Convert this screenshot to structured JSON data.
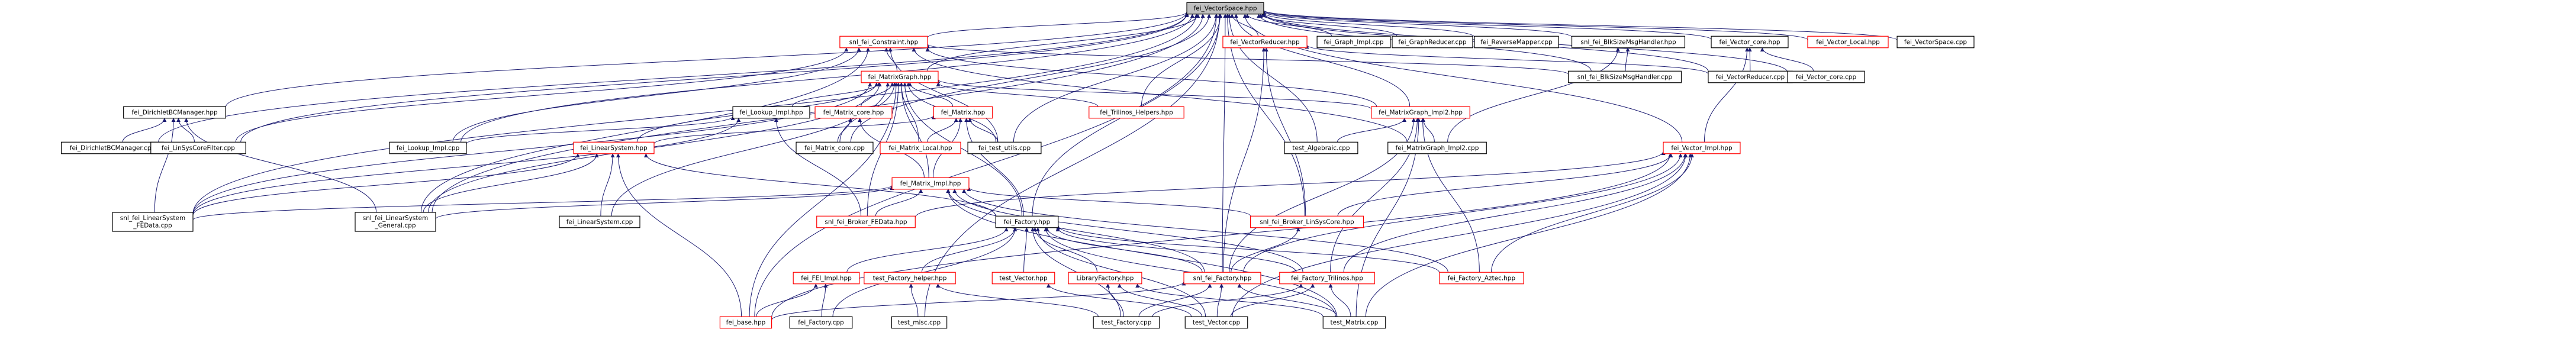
{
  "colors": {
    "root_fill": "#bfbfbf",
    "node_fill": "#ffffff",
    "border_default": "#000000",
    "border_highlight": "#ff0000",
    "edge": "#191970"
  },
  "nodes": [
    {
      "id": "vectorspace",
      "lines": [
        "fei_VectorSpace.hpp"
      ],
      "root": true
    },
    {
      "id": "constraint",
      "lines": [
        "snl_fei_Constraint.hpp"
      ],
      "highlight": true
    },
    {
      "id": "vectorreducer",
      "lines": [
        "fei_VectorReducer.hpp"
      ],
      "highlight": true
    },
    {
      "id": "graph_impl",
      "lines": [
        "fei_Graph_Impl.cpp"
      ]
    },
    {
      "id": "graphreducer",
      "lines": [
        "fei_GraphReducer.cpp"
      ]
    },
    {
      "id": "reversemapper",
      "lines": [
        "fei_ReverseMapper.cpp"
      ]
    },
    {
      "id": "blksizemsghandler_hpp",
      "lines": [
        "snl_fei_BlkSizeMsgHandler.hpp"
      ]
    },
    {
      "id": "vector_core_hpp",
      "lines": [
        "fei_Vector_core.hpp"
      ]
    },
    {
      "id": "vector_local_hpp",
      "lines": [
        "fei_Vector_Local.hpp"
      ],
      "highlight": true
    },
    {
      "id": "vectorspace_cpp",
      "lines": [
        "fei_VectorSpace.cpp"
      ]
    },
    {
      "id": "matrixgraph_hpp",
      "lines": [
        "fei_MatrixGraph.hpp"
      ],
      "highlight": true
    },
    {
      "id": "blksizemsghandler_cpp",
      "lines": [
        "snl_fei_BlkSizeMsgHandler.cpp"
      ]
    },
    {
      "id": "vectorreducer_cpp",
      "lines": [
        "fei_VectorReducer.cpp"
      ]
    },
    {
      "id": "vector_core_cpp",
      "lines": [
        "fei_Vector_core.cpp"
      ]
    },
    {
      "id": "dirichletbc_hpp",
      "lines": [
        "fei_DirichletBCManager.hpp"
      ]
    },
    {
      "id": "lookup_impl_hpp",
      "lines": [
        "fei_Lookup_Impl.hpp"
      ]
    },
    {
      "id": "matrix_core_hpp",
      "lines": [
        "fei_Matrix_core.hpp"
      ],
      "highlight": true
    },
    {
      "id": "matrix_hpp",
      "lines": [
        "fei_Matrix.hpp"
      ],
      "highlight": true
    },
    {
      "id": "trilinos_helpers",
      "lines": [
        "fei_Trilinos_Helpers.hpp"
      ],
      "highlight": true
    },
    {
      "id": "matrixgraph_impl2_hpp",
      "lines": [
        "fei_MatrixGraph_Impl2.hpp"
      ],
      "highlight": true
    },
    {
      "id": "dirichletbc_cpp",
      "lines": [
        "fei_DirichletBCManager.cpp"
      ]
    },
    {
      "id": "linsyscorefilter",
      "lines": [
        "fei_LinSysCoreFilter.cpp"
      ]
    },
    {
      "id": "lookup_impl_cpp",
      "lines": [
        "fei_Lookup_Impl.cpp"
      ]
    },
    {
      "id": "linearsystem_hpp",
      "lines": [
        "fei_LinearSystem.hpp"
      ],
      "highlight": true
    },
    {
      "id": "matrix_core_cpp",
      "lines": [
        "fei_Matrix_core.cpp"
      ]
    },
    {
      "id": "matrix_local_hpp",
      "lines": [
        "fei_Matrix_Local.hpp"
      ],
      "highlight": true
    },
    {
      "id": "test_utils",
      "lines": [
        "fei_test_utils.cpp"
      ]
    },
    {
      "id": "test_algebraic",
      "lines": [
        "test_Algebraic.cpp"
      ]
    },
    {
      "id": "matrixgraph_impl2_cpp",
      "lines": [
        "fei_MatrixGraph_Impl2.cpp"
      ]
    },
    {
      "id": "vector_impl_hpp",
      "lines": [
        "fei_Vector_Impl.hpp"
      ],
      "highlight": true
    },
    {
      "id": "matrix_impl_hpp",
      "lines": [
        "fei_Matrix_Impl.hpp"
      ],
      "highlight": true
    },
    {
      "id": "linearsystem_fedata",
      "lines": [
        "snl_fei_LinearSystem",
        "_FEData.cpp"
      ]
    },
    {
      "id": "linearsystem_general",
      "lines": [
        "snl_fei_LinearSystem",
        "_General.cpp"
      ]
    },
    {
      "id": "linearsystem_cpp",
      "lines": [
        "fei_LinearSystem.cpp"
      ]
    },
    {
      "id": "broker_fedata",
      "lines": [
        "snl_fei_Broker_FEData.hpp"
      ],
      "highlight": true
    },
    {
      "id": "factory_hpp",
      "lines": [
        "fei_Factory.hpp"
      ]
    },
    {
      "id": "broker_linsyscore",
      "lines": [
        "snl_fei_Broker_LinSysCore.hpp"
      ],
      "highlight": true
    },
    {
      "id": "fei_impl_hpp",
      "lines": [
        "fei_FEI_Impl.hpp"
      ],
      "highlight": true
    },
    {
      "id": "test_factory_helper",
      "lines": [
        "test_Factory_helper.hpp"
      ],
      "highlight": true
    },
    {
      "id": "test_vector_hpp",
      "lines": [
        "test_Vector.hpp"
      ],
      "highlight": true
    },
    {
      "id": "libraryfactory_hpp",
      "lines": [
        "LibraryFactory.hpp"
      ],
      "highlight": true
    },
    {
      "id": "snl_factory_hpp",
      "lines": [
        "snl_fei_Factory.hpp"
      ],
      "highlight": true
    },
    {
      "id": "factory_trilinos",
      "lines": [
        "fei_Factory_Trilinos.hpp"
      ],
      "highlight": true
    },
    {
      "id": "factory_aztec",
      "lines": [
        "fei_Factory_Aztec.hpp"
      ],
      "highlight": true
    },
    {
      "id": "fei_base",
      "lines": [
        "fei_base.hpp"
      ],
      "highlight": true
    },
    {
      "id": "fei_factory_cpp",
      "lines": [
        "fei_Factory.cpp"
      ]
    },
    {
      "id": "test_misc",
      "lines": [
        "test_misc.cpp"
      ]
    },
    {
      "id": "test_factory_cpp",
      "lines": [
        "test_Factory.cpp"
      ]
    },
    {
      "id": "test_vector_cpp",
      "lines": [
        "test_Vector.cpp"
      ]
    },
    {
      "id": "test_matrix_cpp",
      "lines": [
        "test_Matrix.cpp"
      ]
    }
  ],
  "edges": [
    [
      "constraint",
      "vectorspace"
    ],
    [
      "vectorreducer",
      "vectorspace"
    ],
    [
      "graph_impl",
      "vectorspace"
    ],
    [
      "graphreducer",
      "vectorspace"
    ],
    [
      "reversemapper",
      "vectorspace"
    ],
    [
      "blksizemsghandler_hpp",
      "vectorspace"
    ],
    [
      "vector_core_hpp",
      "vectorspace"
    ],
    [
      "vector_local_hpp",
      "vectorspace"
    ],
    [
      "vectorspace_cpp",
      "vectorspace"
    ],
    [
      "matrixgraph_hpp",
      "vectorspace"
    ],
    [
      "blksizemsghandler_cpp",
      "vectorspace"
    ],
    [
      "vectorreducer_cpp",
      "vectorspace"
    ],
    [
      "vector_core_cpp",
      "vectorspace"
    ],
    [
      "dirichletbc_hpp",
      "vectorspace"
    ],
    [
      "trilinos_helpers",
      "vectorspace"
    ],
    [
      "matrixgraph_impl2_hpp",
      "vectorspace"
    ],
    [
      "dirichletbc_cpp",
      "vectorspace"
    ],
    [
      "linsyscorefilter",
      "vectorspace"
    ],
    [
      "lookup_impl_cpp",
      "vectorspace"
    ],
    [
      "matrix_core_cpp",
      "vectorspace"
    ],
    [
      "test_utils",
      "vectorspace"
    ],
    [
      "test_algebraic",
      "vectorspace"
    ],
    [
      "vector_impl_hpp",
      "vectorspace"
    ],
    [
      "linearsystem_fedata",
      "vectorspace"
    ],
    [
      "linearsystem_general",
      "vectorspace"
    ],
    [
      "factory_hpp",
      "vectorspace"
    ],
    [
      "broker_linsyscore",
      "vectorspace"
    ],
    [
      "snl_factory_hpp",
      "vectorspace"
    ],
    [
      "fei_base",
      "vectorspace"
    ],
    [
      "test_misc",
      "vectorspace"
    ],
    [
      "matrixgraph_hpp",
      "constraint"
    ],
    [
      "linsyscorefilter",
      "constraint"
    ],
    [
      "lookup_impl_cpp",
      "constraint"
    ],
    [
      "test_utils",
      "constraint"
    ],
    [
      "linearsystem_general",
      "constraint"
    ],
    [
      "matrixgraph_impl2_hpp",
      "constraint"
    ],
    [
      "matrixgraph_impl2_cpp",
      "constraint"
    ],
    [
      "blksizemsghandler_cpp",
      "constraint"
    ],
    [
      "broker_linsyscore",
      "vectorreducer"
    ],
    [
      "snl_factory_hpp",
      "vectorreducer"
    ],
    [
      "vectorreducer_cpp",
      "vectorreducer"
    ],
    [
      "blksizemsghandler_cpp",
      "blksizemsghandler_hpp"
    ],
    [
      "matrixgraph_impl2_cpp",
      "blksizemsghandler_hpp"
    ],
    [
      "vectorreducer_cpp",
      "vector_core_hpp"
    ],
    [
      "vector_core_cpp",
      "vector_core_hpp"
    ],
    [
      "vector_impl_hpp",
      "vector_core_hpp"
    ],
    [
      "lookup_impl_hpp",
      "matrixgraph_hpp"
    ],
    [
      "matrix_core_hpp",
      "matrixgraph_hpp"
    ],
    [
      "matrix_hpp",
      "matrixgraph_hpp"
    ],
    [
      "trilinos_helpers",
      "matrixgraph_hpp"
    ],
    [
      "matrixgraph_impl2_hpp",
      "matrixgraph_hpp"
    ],
    [
      "linearsystem_hpp",
      "matrixgraph_hpp"
    ],
    [
      "matrix_impl_hpp",
      "matrixgraph_hpp"
    ],
    [
      "matrix_core_cpp",
      "matrixgraph_hpp"
    ],
    [
      "matrix_local_hpp",
      "matrixgraph_hpp"
    ],
    [
      "test_utils",
      "matrixgraph_hpp"
    ],
    [
      "factory_hpp",
      "matrixgraph_hpp"
    ],
    [
      "linearsystem_cpp",
      "matrixgraph_hpp"
    ],
    [
      "linearsystem_fedata",
      "matrixgraph_hpp"
    ],
    [
      "linearsystem_general",
      "matrixgraph_hpp"
    ],
    [
      "broker_fedata",
      "matrixgraph_hpp"
    ],
    [
      "fei_base",
      "matrixgraph_hpp"
    ],
    [
      "dirichletbc_cpp",
      "dirichletbc_hpp"
    ],
    [
      "linsyscorefilter",
      "dirichletbc_hpp"
    ],
    [
      "linearsystem_fedata",
      "dirichletbc_hpp"
    ],
    [
      "linearsystem_general",
      "dirichletbc_hpp"
    ],
    [
      "lookup_impl_cpp",
      "lookup_impl_hpp"
    ],
    [
      "linearsystem_fedata",
      "lookup_impl_hpp"
    ],
    [
      "broker_fedata",
      "lookup_impl_hpp"
    ],
    [
      "matrix_impl_hpp",
      "matrix_core_hpp"
    ],
    [
      "matrix_core_cpp",
      "matrix_core_hpp"
    ],
    [
      "matrix_impl_hpp",
      "matrix_hpp"
    ],
    [
      "matrix_local_hpp",
      "matrix_hpp"
    ],
    [
      "linearsystem_hpp",
      "matrix_hpp"
    ],
    [
      "test_utils",
      "matrix_hpp"
    ],
    [
      "factory_hpp",
      "matrix_hpp"
    ],
    [
      "matrixgraph_impl2_cpp",
      "matrixgraph_impl2_hpp"
    ],
    [
      "test_algebraic",
      "matrixgraph_impl2_hpp"
    ],
    [
      "snl_factory_hpp",
      "matrixgraph_impl2_hpp"
    ],
    [
      "factory_trilinos",
      "matrixgraph_impl2_hpp"
    ],
    [
      "factory_aztec",
      "matrixgraph_impl2_hpp"
    ],
    [
      "test_matrix_cpp",
      "matrixgraph_impl2_hpp"
    ],
    [
      "linearsystem_cpp",
      "linearsystem_hpp"
    ],
    [
      "linearsystem_fedata",
      "linearsystem_hpp"
    ],
    [
      "linearsystem_general",
      "linearsystem_hpp"
    ],
    [
      "factory_hpp",
      "linearsystem_hpp"
    ],
    [
      "fei_base",
      "linearsystem_hpp"
    ],
    [
      "broker_fedata",
      "matrix_impl_hpp"
    ],
    [
      "broker_linsyscore",
      "matrix_impl_hpp"
    ],
    [
      "snl_factory_hpp",
      "matrix_impl_hpp"
    ],
    [
      "factory_trilinos",
      "matrix_impl_hpp"
    ],
    [
      "factory_aztec",
      "matrix_impl_hpp"
    ],
    [
      "linearsystem_fedata",
      "matrix_impl_hpp"
    ],
    [
      "linearsystem_general",
      "matrix_impl_hpp"
    ],
    [
      "test_matrix_cpp",
      "matrix_impl_hpp"
    ],
    [
      "broker_fedata",
      "vector_impl_hpp"
    ],
    [
      "broker_linsyscore",
      "vector_impl_hpp"
    ],
    [
      "snl_factory_hpp",
      "vector_impl_hpp"
    ],
    [
      "factory_trilinos",
      "vector_impl_hpp"
    ],
    [
      "factory_aztec",
      "vector_impl_hpp"
    ],
    [
      "test_vector_cpp",
      "vector_impl_hpp"
    ],
    [
      "test_matrix_cpp",
      "vector_impl_hpp"
    ],
    [
      "fei_base",
      "vector_impl_hpp"
    ],
    [
      "snl_factory_hpp",
      "broker_linsyscore"
    ],
    [
      "fei_impl_hpp",
      "factory_hpp"
    ],
    [
      "test_factory_helper",
      "factory_hpp"
    ],
    [
      "test_vector_hpp",
      "factory_hpp"
    ],
    [
      "libraryfactory_hpp",
      "factory_hpp"
    ],
    [
      "snl_factory_hpp",
      "factory_hpp"
    ],
    [
      "factory_trilinos",
      "factory_hpp"
    ],
    [
      "factory_aztec",
      "factory_hpp"
    ],
    [
      "fei_factory_cpp",
      "factory_hpp"
    ],
    [
      "test_factory_cpp",
      "factory_hpp"
    ],
    [
      "test_vector_cpp",
      "factory_hpp"
    ],
    [
      "test_matrix_cpp",
      "factory_hpp"
    ],
    [
      "fei_base",
      "fei_impl_hpp"
    ],
    [
      "fei_factory_cpp",
      "fei_impl_hpp"
    ],
    [
      "test_misc",
      "test_factory_helper"
    ],
    [
      "test_factory_cpp",
      "test_factory_helper"
    ],
    [
      "test_vector_cpp",
      "test_vector_hpp"
    ],
    [
      "test_factory_cpp",
      "libraryfactory_hpp"
    ],
    [
      "test_vector_cpp",
      "libraryfactory_hpp"
    ],
    [
      "test_matrix_cpp",
      "libraryfactory_hpp"
    ],
    [
      "fei_base",
      "snl_factory_hpp"
    ],
    [
      "test_factory_cpp",
      "snl_factory_hpp"
    ],
    [
      "test_vector_cpp",
      "snl_factory_hpp"
    ],
    [
      "test_matrix_cpp",
      "snl_factory_hpp"
    ],
    [
      "test_factory_cpp",
      "factory_trilinos"
    ],
    [
      "test_vector_cpp",
      "factory_trilinos"
    ],
    [
      "test_matrix_cpp",
      "factory_trilinos"
    ]
  ]
}
